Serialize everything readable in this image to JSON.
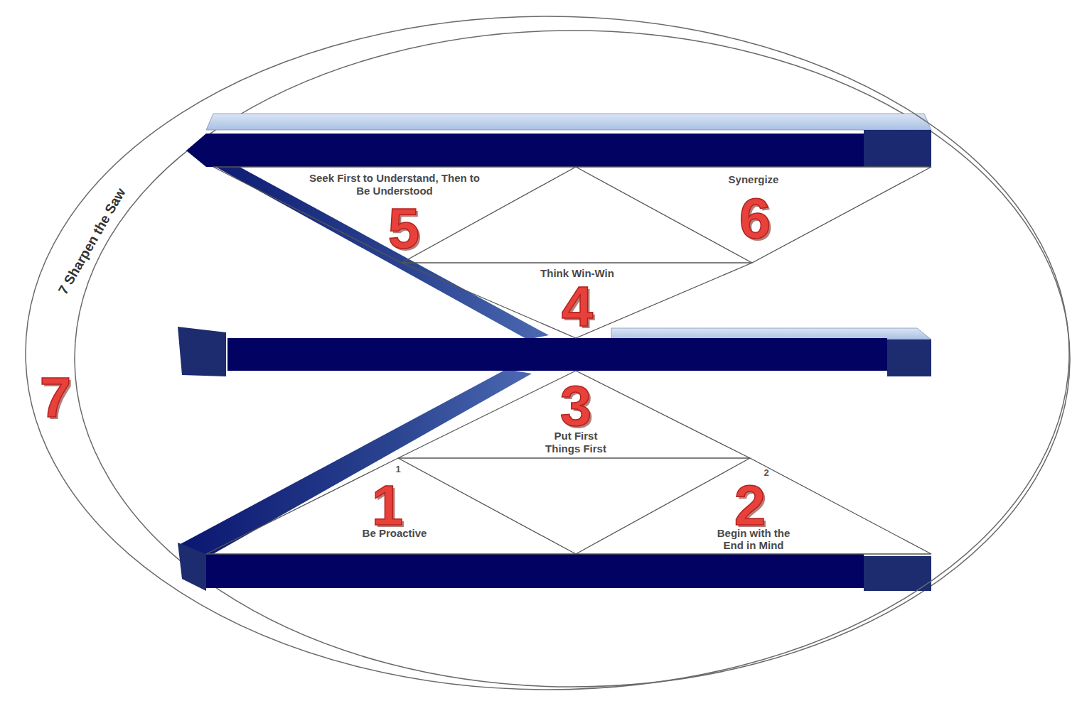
{
  "diagram": {
    "nodes": [
      {
        "text": [
          "7 Sharpen the Saw"
        ]
      },
      {
        "text": [
          "Seek First to Understand, Then to Be Understood"
        ],
        "in": 0
      },
      {
        "text": [
          "Synergize"
        ],
        "in": 0
      },
      {
        "text": [
          "Think Win-Win"
        ],
        "in": 0
      },
      {
        "text": [
          "Put First Things First"
        ],
        "in": 0
      },
      {
        "text": [
          "Be Proactive"
        ],
        "in": 0
      },
      {
        "text": [
          "Begin with the End in Mind"
        ],
        "in": 0
      }
    ],
    "labels": [
      "5",
      "6",
      "4",
      "7",
      "3",
      "1",
      "2",
      "1",
      "2"
    ]
  }
}
